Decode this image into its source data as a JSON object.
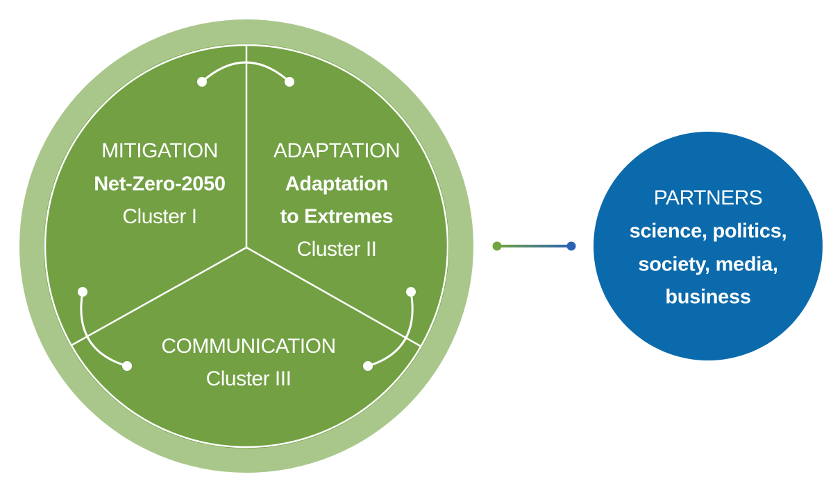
{
  "colors": {
    "ring": "#a9c78b",
    "core": "#72a043",
    "partners": "#0b6aab",
    "connector_start": "#6fa43f",
    "connector_end": "#2a62b4",
    "text": "#ffffff"
  },
  "clusters": [
    {
      "heading": "MITIGATION",
      "title_lines": [
        "Net-Zero-2050"
      ],
      "cluster": "Cluster I"
    },
    {
      "heading": "ADAPTATION",
      "title_lines": [
        "Adaptation",
        "to Extremes"
      ],
      "cluster": "Cluster II"
    },
    {
      "heading": "COMMUNICATION",
      "title_lines": [],
      "cluster": "Cluster III"
    }
  ],
  "partners": {
    "heading": "PARTNERS",
    "lines": [
      "science, politics,",
      "society, media,",
      "business"
    ]
  }
}
